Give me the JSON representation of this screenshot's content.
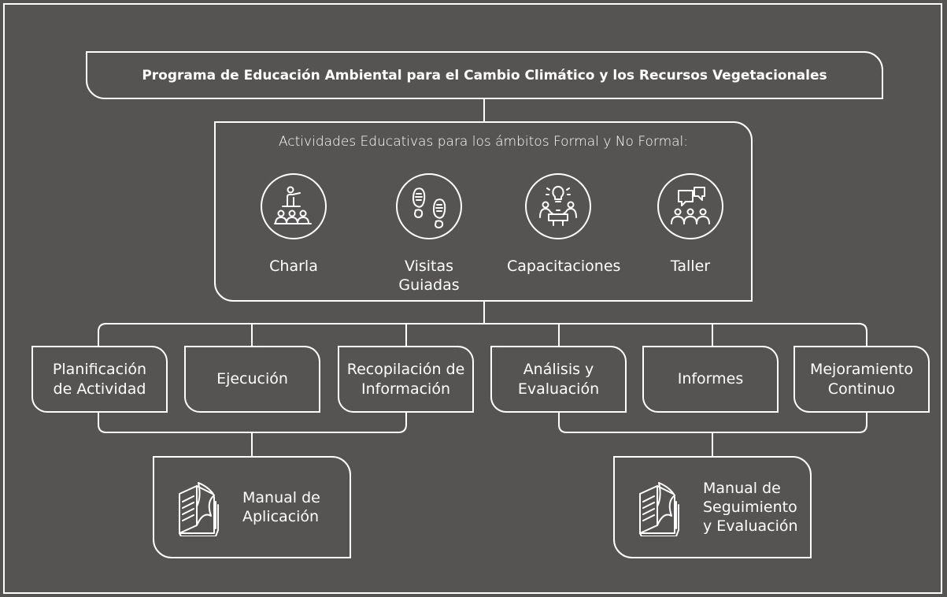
{
  "program": {
    "title": "Programa de Educación Ambiental para el Cambio Climático y los Recursos Vegetacionales"
  },
  "activities": {
    "heading": "Actividades Educativas para los ámbitos Formal y No Formal:",
    "items": [
      {
        "label": "Charla",
        "icon": "presenter-audience-icon"
      },
      {
        "label": "Visitas\nGuiadas",
        "icon": "footprints-icon"
      },
      {
        "label": "Capacitaciones",
        "icon": "meeting-lightbulb-icon"
      },
      {
        "label": "Taller",
        "icon": "speech-bubbles-group-icon"
      }
    ]
  },
  "steps": [
    "Planificación\nde Actividad",
    "Ejecución",
    "Recopilación de\nInformación",
    "Análisis y\nEvaluación",
    "Informes",
    "Mejoramiento\nContinuo"
  ],
  "manuals": [
    {
      "label": "Manual de\nAplicación",
      "icon": "open-book-icon"
    },
    {
      "label": "Manual de\nSeguimiento\ny Evaluación",
      "icon": "open-book-icon"
    }
  ],
  "colors": {
    "background": "#555453",
    "stroke": "#ffffff"
  }
}
